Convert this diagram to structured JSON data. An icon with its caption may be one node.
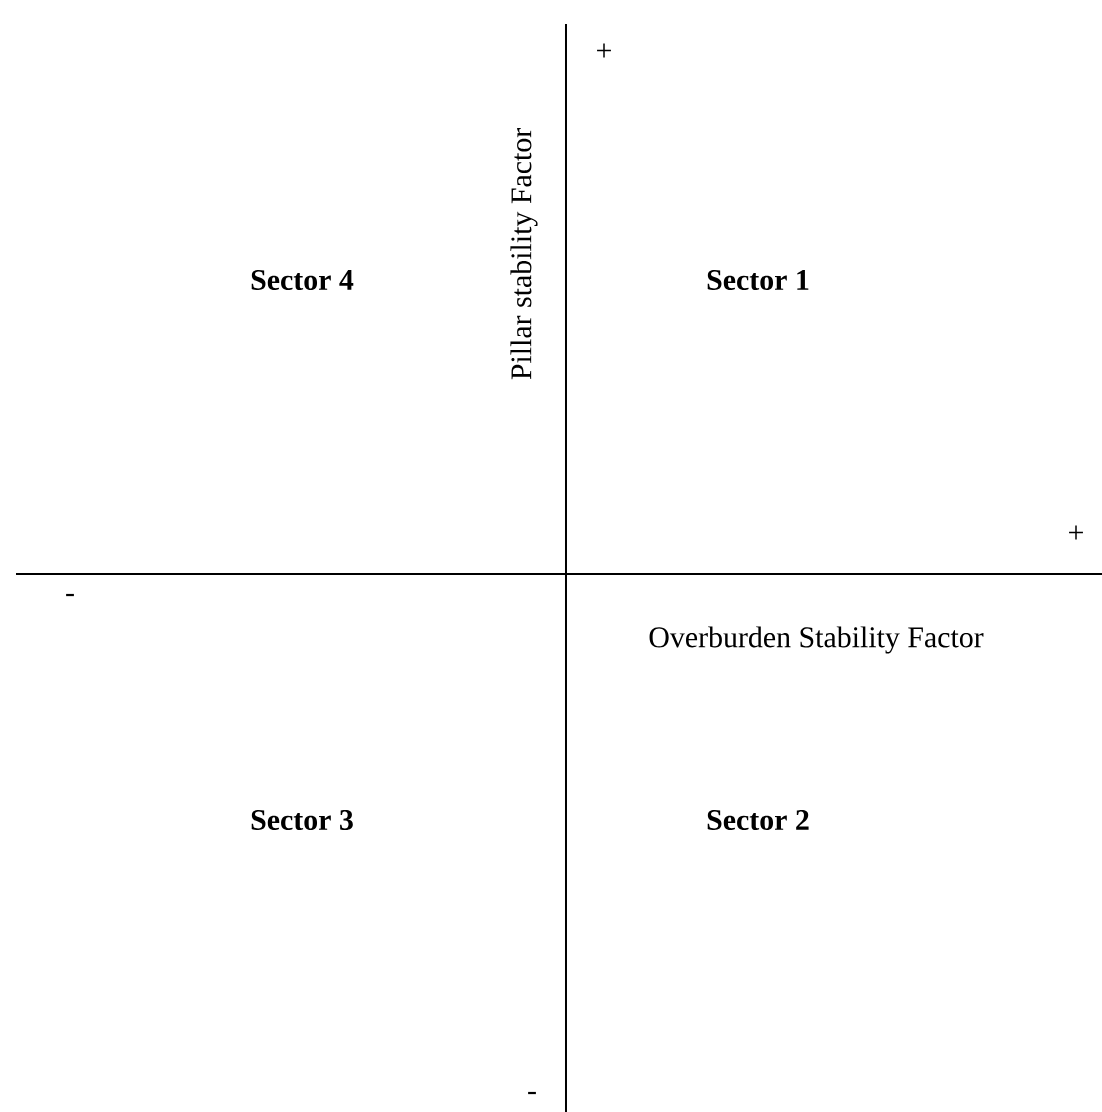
{
  "diagram": {
    "labels": [
      "+",
      "Pillar stability Factor",
      "Sector 4",
      "Sector 1",
      "+",
      "-",
      "Overburden Stability Factor",
      "Sector 3",
      "Sector 2",
      "-"
    ]
  }
}
